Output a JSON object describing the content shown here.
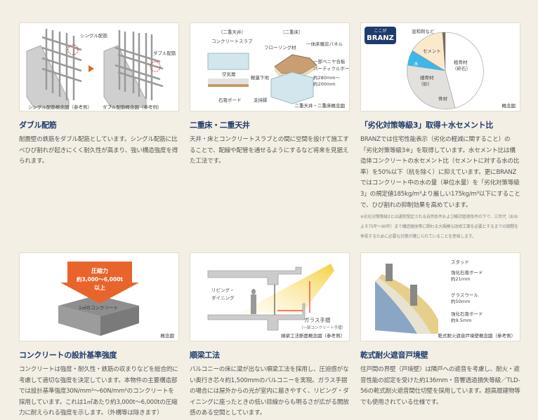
{
  "colors": {
    "background": "#f3efe5",
    "title": "#1f3b6b",
    "text": "#555555",
    "accent": "#e8642a",
    "badge": "#1f3b6b"
  },
  "cards": [
    {
      "title": "ダブル配筋",
      "body": "耐震壁の鉄筋をダブル配筋としています。シングル配筋に比べひび割れが起きにくく耐久性が高まり、強い構造強度を得られます。",
      "figure": {
        "label_single": "シングル配筋",
        "label_double": "ダブル配筋",
        "caption_single": "シングル配筋概念図（参考例）",
        "caption_double": "ダブル配筋概念図（参考例）",
        "arrow_icon": "triangle-right"
      }
    },
    {
      "title": "二重床・二重天井",
      "body": "天井・床とコンクリートスラブとの間に空間を設けて施工することで、配線や配管を通せるようにするなど将来を見据えた工法です。",
      "figure": {
        "ceiling": "（二重天井）",
        "floor": "（二重床）",
        "slab": "コンクリートスラブ",
        "air": "空気層",
        "hanger": "軽量下地",
        "gypsum": "石膏ボード",
        "flooring": "フローリング材",
        "panel": "一体床暖房パネル",
        "plywood": "一部ベニヤ合板",
        "particle": "パーティクルボード",
        "height1": "約280mm～",
        "height2": "約200mm",
        "leg": "支持脚",
        "caption": "二重天井・二重床概念図"
      }
    },
    {
      "title": "「劣化対策等級3」取得＋水セメント比",
      "body": "BRANZでは住宅性能表示（劣化の軽減に関すること）の「劣化対策等級3※」を取得しています。水セメント比は構造体コンクリートの水セメント比（セメントに対する水の比率）を50%以下（杭を除く）に抑えています。更にBRANZではコンクリート中の水の量（単位水量）を「劣化対策等級3」の規定値185kg/m³より厳しい175kg/m³以下にすることで、ひび割れの抑制効果を高めています。",
      "note": "※劣化対策等級3とは通常想定される自然条件および維持管理条件の下で、三世代（おおよそ75年～90年）まで構造躯体等に関わる大規模な改修工事を必要とするまでの期間を伸長するために必要な対策が講じられていることを意味します。",
      "figure": {
        "badge_top": "ここが",
        "badge_main": "BRANZ",
        "admixture": "混和剤など",
        "cement": "セメント",
        "water": "水",
        "coarse": "粗骨材",
        "coarse_sub": "（砕石）",
        "fine": "細骨材",
        "fine_sub": "（砂）",
        "aggregate": "骨材",
        "caption": "概念図"
      }
    },
    {
      "title": "コンクリートの設計基準強度",
      "body": "コンクリートは強度・耐久性・鉄筋の収まりなどを総合的に考慮して適切な強度を決定しています。本物件の主要構造部では設計基準強度30N/mm²～60N/mm²のコンクリートを採用しています。これは1㎡あたり約3,000t～6,000tの圧縮力に耐えられる強度を示します。（外構等は除きます）",
      "figure": {
        "line1": "圧縮力",
        "line2": "約3,000～6,000t",
        "line3": "以上",
        "block": "1㎡のコンクリート",
        "caption": "概念図"
      }
    },
    {
      "title": "順梁工法",
      "body": "バルコニーの床に梁が出ない順梁工法を採用し、圧迫感がない奥行き芯々約1,500mmのバルコニーを実現。ガラス手摺の場合には屋外からの光が室内に届きやすく、リビング・ダイニングに座ったときの低い目線からも明るさが広がる開放感のある空間としています。",
      "figure": {
        "room1": "リビング・",
        "room2": "ダイニング",
        "rail": "ガラス手摺",
        "rail_sub": "（一部コンクリート手摺）",
        "caption": "順梁工法断面概念図（参考例）"
      }
    },
    {
      "title": "乾式耐火遮音戸境壁",
      "body": "住戸間の界壁（戸境壁）は隣戸への遮音を考慮し、耐火・遮音性能の認定を受けた約136mm・音響透過損失等級／TLD-56の乾式耐火遮音間仕切壁を採用しています。超高層建物等でも使用されている仕様です。",
      "figure": {
        "stud": "スタッド",
        "board1": "強化石膏ボード",
        "board1_t": "約21mm",
        "wool": "グラスウール",
        "wool_t": "約50mm",
        "board2": "強化石膏ボード",
        "board2_t": "約9.5mm",
        "caption": "乾式耐火遮音戸境壁概念図（参考例）"
      }
    }
  ]
}
